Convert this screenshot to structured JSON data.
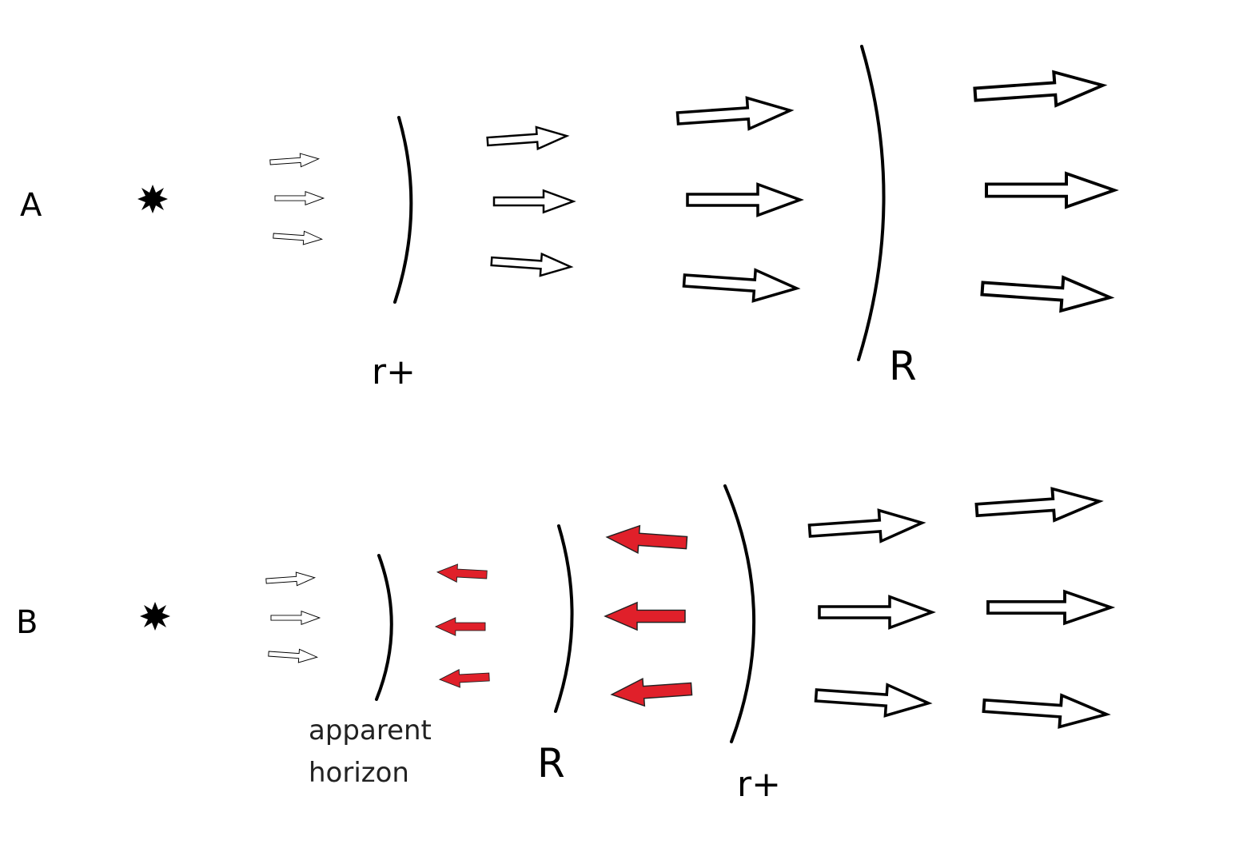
{
  "panel_a": {
    "label": "A",
    "inner_curve_label": "r+",
    "outer_curve_label": "R"
  },
  "panel_b": {
    "label": "B",
    "inner_curve_label_line1": "apparent",
    "inner_curve_label_line2": "horizon",
    "middle_curve_label": "R",
    "outer_curve_label": "r+"
  },
  "colors": {
    "outward_arrow_fill": "#ffffff",
    "inward_arrow_fill": "#e0202a",
    "stroke": "#000000"
  },
  "icons": {
    "source": "star-burst-icon",
    "outward": "outline-right-arrow-icon",
    "inward": "red-left-arrow-icon"
  }
}
